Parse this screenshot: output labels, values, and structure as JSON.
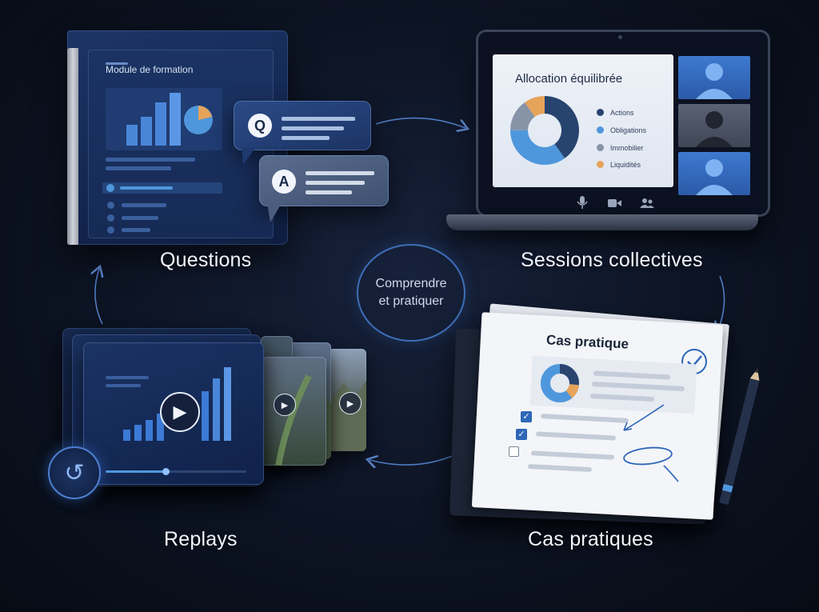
{
  "center": {
    "line1": "Comprendre",
    "line2": "et pratiquer"
  },
  "captions": {
    "questions": "Questions",
    "sessions": "Sessions collectives",
    "cas": "Cas pratiques",
    "replays": "Replays"
  },
  "module": {
    "title": "Module de formation"
  },
  "qa": {
    "q": "Q",
    "a": "A"
  },
  "slide": {
    "title": "Allocation équilibrée",
    "legend": [
      "Actions",
      "Obligations",
      "Immobilier",
      "Liquidités"
    ]
  },
  "paper": {
    "title": "Cas pratique"
  },
  "icons": {
    "mic": "mic-icon",
    "camera": "camera-icon",
    "people": "people-icon",
    "play": "play-icon",
    "replay": "replay-icon",
    "check": "checkmark-icon",
    "pencil": "pencil-icon"
  },
  "colors": {
    "accent": "#3f6fb8",
    "donut": [
      "#27446f",
      "#4f97dc",
      "#8794a8",
      "#e6a35a"
    ]
  },
  "chart_data": {
    "type": "pie",
    "title": "Allocation équilibrée",
    "categories": [
      "Actions",
      "Obligations",
      "Immobilier",
      "Liquidités"
    ],
    "values": [
      40,
      35,
      15,
      10
    ]
  }
}
